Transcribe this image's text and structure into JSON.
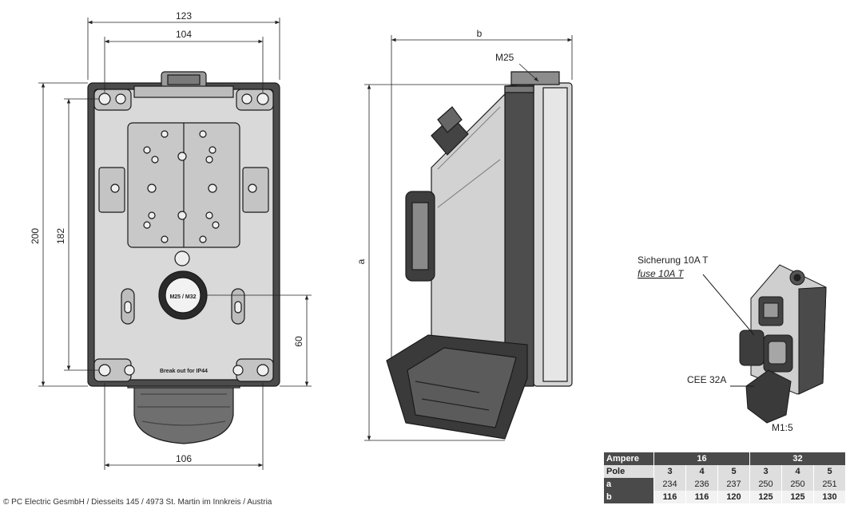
{
  "front_view": {
    "dims": {
      "overall_width": "123",
      "hole_spacing_width": "104",
      "overall_height": "200",
      "hole_spacing_height": "182",
      "bottom_offset": "60",
      "socket_width": "106"
    },
    "knockout_text": "Break out for IP44",
    "gland_text": "M25 / M32"
  },
  "side_view": {
    "dims": {
      "depth": "b",
      "height": "a"
    },
    "gland_label": "M25"
  },
  "iso_view": {
    "fuse_label_de": "Sicherung 10A T",
    "fuse_label_en": "fuse 10A T",
    "socket_label": "CEE 32A",
    "scale": "M1:5"
  },
  "spec_table": {
    "header": {
      "label": "Ampere",
      "g1": "16",
      "g2": "32"
    },
    "rows": [
      {
        "label": "Pole",
        "values": [
          "3",
          "4",
          "5",
          "3",
          "4",
          "5"
        ]
      },
      {
        "label": "a",
        "values": [
          "234",
          "236",
          "237",
          "250",
          "250",
          "251"
        ]
      },
      {
        "label": "b",
        "values": [
          "116",
          "116",
          "120",
          "125",
          "125",
          "130"
        ]
      }
    ]
  },
  "footer": "© PC Electric GesmbH / Diesseits 145 / 4973 St. Martin im Innkreis / Austria"
}
